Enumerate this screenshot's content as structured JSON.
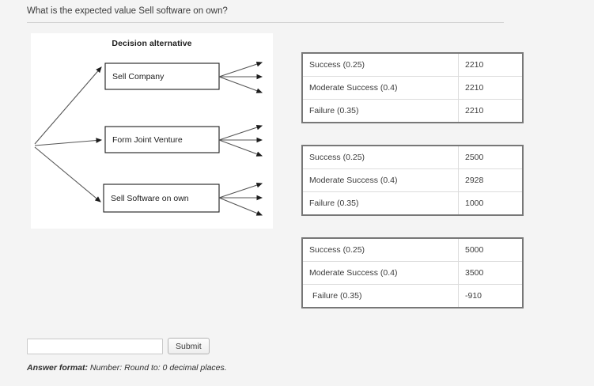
{
  "question": {
    "text": "What is the expected value Sell software on own?"
  },
  "diagram": {
    "title": "Decision alternative",
    "alternatives": [
      {
        "label": "Sell Company"
      },
      {
        "label": "Form Joint Venture"
      },
      {
        "label": "Sell Software on own"
      }
    ],
    "branches_per_alternative": 3
  },
  "payoff_tables": [
    {
      "name": "sell-company-payoffs",
      "rows": [
        {
          "outcome": "Success (0.25)",
          "value": "2210"
        },
        {
          "outcome": "Moderate Success (0.4)",
          "value": "2210"
        },
        {
          "outcome": "Failure (0.35)",
          "value": "2210"
        }
      ]
    },
    {
      "name": "form-joint-venture-payoffs",
      "rows": [
        {
          "outcome": "Success (0.25)",
          "value": "2500"
        },
        {
          "outcome": "Moderate Success (0.4)",
          "value": "2928"
        },
        {
          "outcome": "Failure (0.35)",
          "value": "1000"
        }
      ]
    },
    {
      "name": "sell-software-on-own-payoffs",
      "rows": [
        {
          "outcome": "Success (0.25)",
          "value": "5000"
        },
        {
          "outcome": "Moderate Success (0.4)",
          "value": "3500"
        },
        {
          "outcome": "Failure (0.35)",
          "value": "-910"
        }
      ]
    }
  ],
  "answer": {
    "input_value": "",
    "input_placeholder": "",
    "submit_label": "Submit",
    "format_lead": "Answer format:",
    "format_detail": " Number: Round to: 0 decimal places."
  }
}
